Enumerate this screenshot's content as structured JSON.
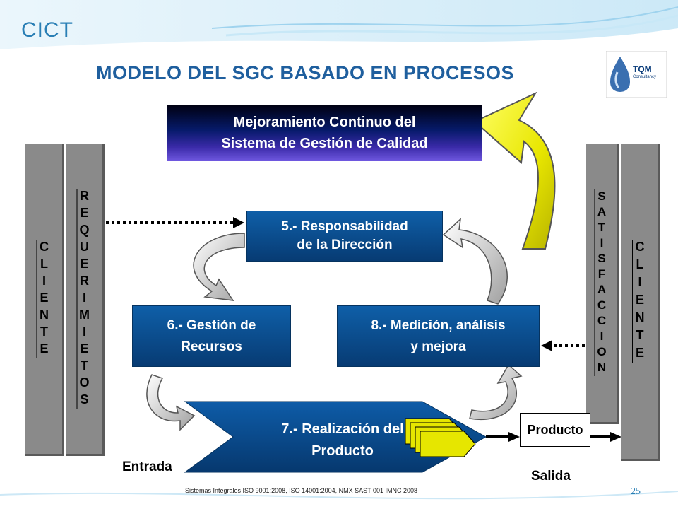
{
  "header": {
    "brand": "CICT",
    "title": "MODELO DEL SGC BASADO EN PROCESOS"
  },
  "logo": {
    "name": "TQM",
    "subtitle": "Consultancy"
  },
  "columns": {
    "cliente_left": "CLIENTE",
    "requerimientos": "REQUERIMIETOS",
    "satisfaccion": "SATISFACCION",
    "cliente_right": "CLIENTE"
  },
  "banner": {
    "text": "Mejoramiento Continuo del\nSistema de Gestión de Calidad"
  },
  "processes": {
    "p5": "5.- Responsabilidad\nde la Dirección",
    "p6": "6.- Gestión de\nRecursos",
    "p8": "8.- Medición, análisis\ny mejora",
    "p7": "7.- Realización del\nProducto"
  },
  "io": {
    "entrada": "Entrada",
    "salida": "Salida",
    "producto": "Producto"
  },
  "footer": {
    "text": "Sistemas Integrales ISO 9001:2008, ISO 14001:2004, NMX SAST 001 IMNC 2008",
    "page": "25"
  },
  "colors": {
    "accent": "#2a7fb5",
    "title": "#1f5f9e",
    "process_blue": "#0b4f8f",
    "arrow_yellow": "#e6e600"
  }
}
